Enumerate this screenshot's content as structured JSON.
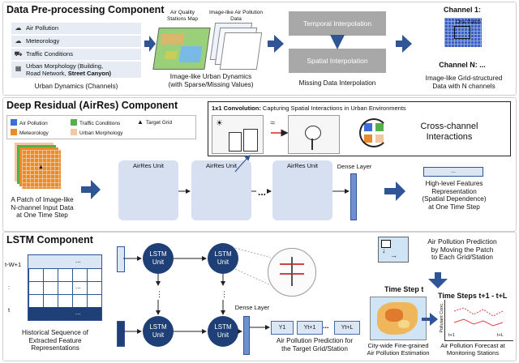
{
  "sections": {
    "preprocessing": {
      "title": "Data Pre-processing Component",
      "channels": [
        {
          "icon": "air-pollution-icon",
          "label": "Air Pollution"
        },
        {
          "icon": "cloud-icon",
          "label": "Meteorology"
        },
        {
          "icon": "car-icon",
          "label": "Traffic Conditions"
        },
        {
          "icon": "building-icon",
          "label_line1": "Urban Morphology (Building,",
          "label_line2_plain": "Road Network, ",
          "label_line2_bold": "Street Canyon)"
        }
      ],
      "urban_dynamics_label": "Urban Dynamics (Channels)",
      "map_label": "Air Quality Stations Map",
      "image_label": "Image-like Air Pollution Data",
      "image_urban_caption_line1": "Image-like Urban Dynamics",
      "image_urban_caption_line2": "(with Sparse/Missing Values)",
      "temporal_interp": "Temporal Interpolation",
      "spatial_interp": "Spatial Interpolation",
      "missing_interp_caption": "Missing Data Interpolation",
      "channel1": "Channel 1:",
      "one_patch": "One Patch",
      "channelN": "Channel N: ...",
      "grid_caption_line1": "Image-like Grid-structured",
      "grid_caption_line2": "Data with N channels"
    },
    "airres": {
      "title": "Deep Residual (AirRes) Component",
      "legend": [
        {
          "label": "Air Pollution",
          "color": "#3a6fd8"
        },
        {
          "label": "Traffic Conditions",
          "color": "#56b04a"
        },
        {
          "label": "Target Grid",
          "color": "#222222",
          "shape": "triangle"
        },
        {
          "label": "Meteorology",
          "color": "#e98b2a"
        },
        {
          "label": "Urban Morphology",
          "color": "#f3c7a0"
        }
      ],
      "conv_title_bold": "1x1 Convolution:",
      "conv_title_rest": " Capturing Spatial Interactions in Urban Environments",
      "cross_channel_line1": "Cross-channel",
      "cross_channel_line2": "Interactions",
      "unit_label": "AirRes Unit",
      "ellipsis": "...",
      "dense_layer": "Dense Layer",
      "patch_caption": [
        "A Patch of Image-like",
        "N-channel Input Data",
        "at One Time Step"
      ],
      "features_caption": [
        "High-level Features",
        "Representation",
        "(Spatial Dependence)",
        "at One Time Step"
      ]
    },
    "lstm": {
      "title": "LSTM Component",
      "row_labels": [
        "t-W+1",
        ":",
        "t"
      ],
      "unit_line1": "LSTM",
      "unit_line2": "Unit",
      "dense_layer": "Dense Layer",
      "y_labels": [
        "Y1",
        "Yt+1",
        "Yt+L"
      ],
      "hist_caption": [
        "Historical Sequence of",
        "Extracted Feature",
        "Representations"
      ],
      "target_caption": [
        "Air Pollution Prediction for",
        "the Target Grid/Station"
      ],
      "pred_caption": [
        "Air Pollution Prediction",
        "by Moving the Patch",
        "to Each Grid/Station"
      ],
      "time_step_t": "Time Step t",
      "time_steps_future": "Time Steps t+1 - t+L",
      "citywide_caption": [
        "City-wide Fine-grained",
        "Air Pollution Estimation"
      ],
      "forecast_caption": [
        "Air Pollution Forecast at",
        "Monitoring Stations"
      ],
      "forecast_ylabel": "Pollutant Conc.",
      "forecast_x1": "t+1",
      "forecast_x2": "t+L"
    }
  },
  "colors": {
    "navy": "#1f3f77",
    "grid_blue": "#3b5fc0",
    "arrow_blue": "#2f5597",
    "grey_box": "#a8a8a8",
    "channel_row": "#e6ebf4"
  }
}
